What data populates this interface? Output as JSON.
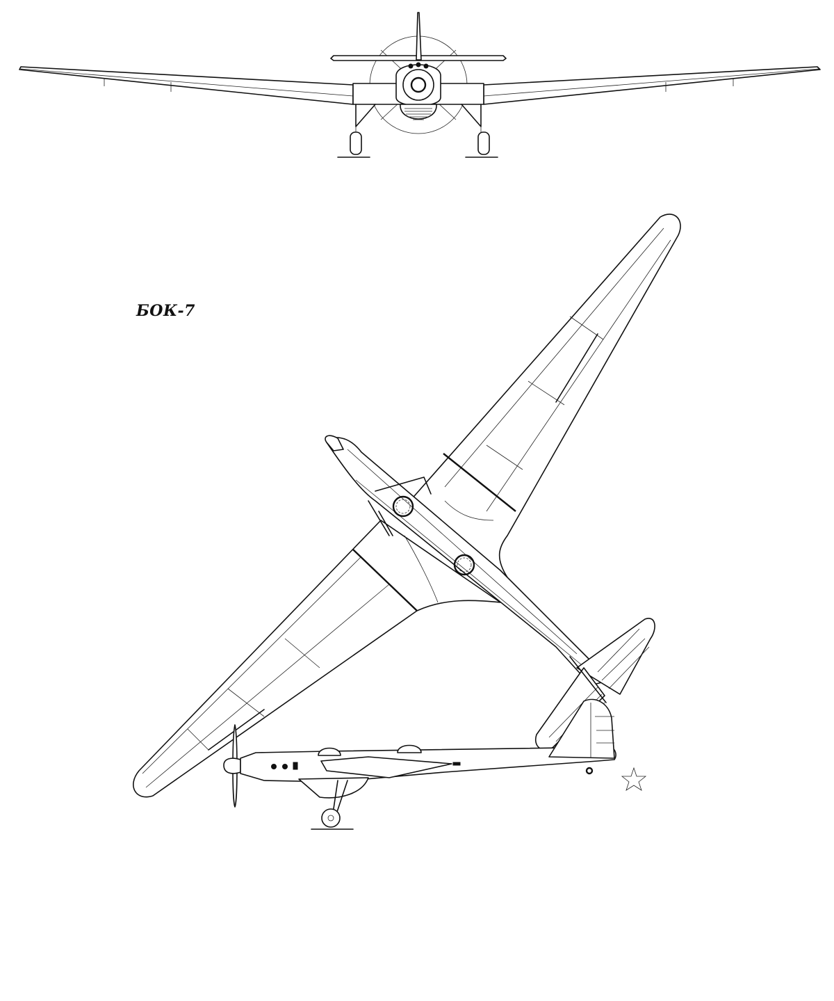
{
  "drawing": {
    "aircraft_label": "БОК-7",
    "views": [
      "front-view",
      "top-view",
      "side-view"
    ],
    "markings": {
      "insignia": "star-outline-icon"
    }
  }
}
